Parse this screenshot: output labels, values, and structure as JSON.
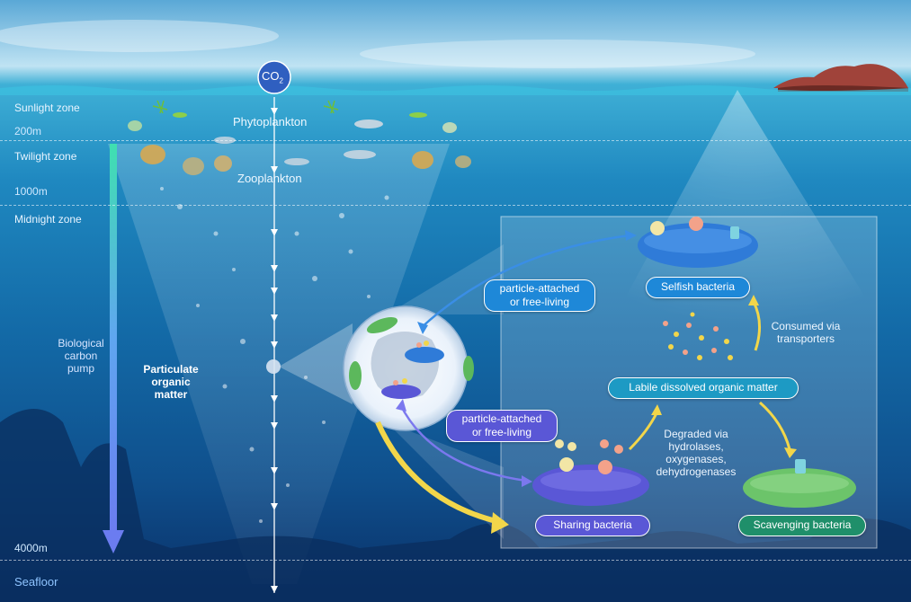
{
  "zones": {
    "sunlight": "Sunlight zone",
    "twilight": "Twilight zone",
    "midnight": "Midnight zone",
    "seafloor": "Seafloor"
  },
  "depths": {
    "d200": "200m",
    "d1000": "1000m",
    "d4000": "4000m"
  },
  "co2": "CO",
  "co2_sub": "2",
  "organisms": {
    "phytoplankton": "Phytoplankton",
    "zooplankton": "Zooplankton"
  },
  "pump": [
    "Biological",
    "carbon",
    "pump"
  ],
  "poc": [
    "Particulate",
    "organic",
    "matter"
  ],
  "lifestyle_top": [
    "particle-attached",
    "or free-living"
  ],
  "lifestyle_bottom": [
    "particle-attached",
    "or free-living"
  ],
  "bacteria": {
    "selfish": "Selfish bacteria",
    "sharing": "Sharing bacteria",
    "scavenging": "Scavenging bacteria"
  },
  "ldom": "Labile dissolved organic matter",
  "consumed": [
    "Consumed via",
    "transporters"
  ],
  "degraded": [
    "Degraded via",
    "hydrolases,",
    "oxygenases,",
    "dehydrogenases"
  ],
  "colors": {
    "selfish_pill": "#1e88d8",
    "sharing_pill": "#5a57d6",
    "scavenging_pill": "#1f8f6a",
    "ldom_pill": "#1d9ac4",
    "arrow_yellow": "#f2d64a"
  }
}
